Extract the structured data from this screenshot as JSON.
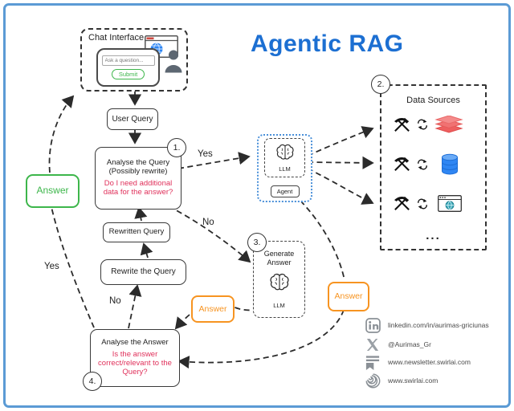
{
  "title": "Agentic RAG",
  "chat": {
    "label": "Chat Interface",
    "input_placeholder": "Ask a question...",
    "submit_label": "Submit"
  },
  "nodes": {
    "user_query": "User Query",
    "analyse_query": {
      "step": "1.",
      "line1": "Analyse the Query",
      "line2": "(Possibly rewrite)",
      "question": "Do I need additional data for the answer?"
    },
    "rewritten_query": "Rewritten Query",
    "rewrite_query": "Rewrite the Query",
    "analyse_answer": {
      "step": "4.",
      "title": "Analyse the Answer",
      "question": "Is the answer correct/relevant to the Query?"
    },
    "generate_answer": {
      "step": "3.",
      "title": "Generate Answer",
      "llm_label": "LLM"
    },
    "llm_agent": {
      "llm_label": "LLM",
      "agent_label": "Agent"
    },
    "answer_green": "Answer",
    "answer_from_llm": "Answer",
    "answer_from_sources": "Answer"
  },
  "edge_labels": {
    "yes_to_agent": "Yes",
    "no_to_generate": "No",
    "yes_to_chat": "Yes",
    "no_to_rewrite": "No"
  },
  "data_sources": {
    "step": "2.",
    "title": "Data Sources",
    "more": "...",
    "rows": [
      {
        "icon": "layers-icon"
      },
      {
        "icon": "database-icon"
      },
      {
        "icon": "web-browser-icon"
      }
    ]
  },
  "footer": {
    "links": [
      {
        "icon": "linkedin-icon",
        "text": "linkedin.com/in/aurimas-griciunas"
      },
      {
        "icon": "x-icon",
        "text": "@Aurimas_Gr"
      },
      {
        "icon": "newsletter-icon",
        "text": "www.newsletter.swirlai.com"
      },
      {
        "icon": "swirl-icon",
        "text": "www.swirlai.com"
      }
    ]
  },
  "colors": {
    "frame": "#5b9bd5",
    "title": "#1c6fd2",
    "green": "#3db64b",
    "orange": "#f79421",
    "red_text": "#e0315b",
    "agent_border": "#4a90d9",
    "database": "#2f86f3",
    "layers": "#f17272",
    "icon_gray": "#8a9096"
  }
}
